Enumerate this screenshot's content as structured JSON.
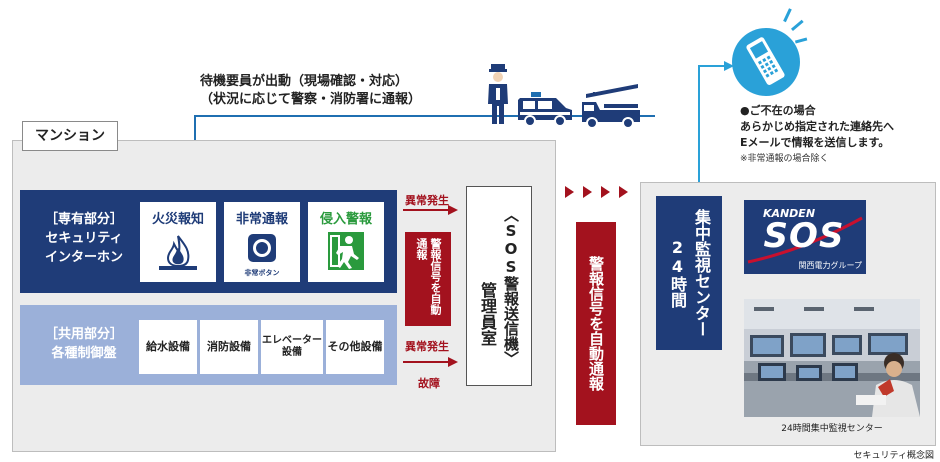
{
  "mansion": {
    "label": "マンション"
  },
  "private_zone": {
    "line1": "［専有部分］",
    "line2": "セキュリティ",
    "line3": "インターホン",
    "tiles": [
      {
        "label": "火災報知",
        "icon": "fire-icon",
        "color": "#1f3c78"
      },
      {
        "label": "非常通報",
        "sub": "非常ボタン",
        "icon": "emergency-button-icon",
        "color": "#1f3c78"
      },
      {
        "label": "侵入警報",
        "icon": "intruder-icon",
        "color": "#2a9a3d"
      }
    ]
  },
  "shared_zone": {
    "line1": "［共用部分］",
    "line2": "各種制御盤",
    "tiles": [
      {
        "label": "給水設備"
      },
      {
        "label": "消防設備"
      },
      {
        "label_l1": "エレベーター",
        "label_l2": "設備"
      },
      {
        "label": "その他設備"
      }
    ]
  },
  "signals": {
    "abnormal_top": "異常発生",
    "abnormal_bottom": "異常発生",
    "failure": "故障",
    "auto_notify_small": "警報信号を自動通報",
    "auto_notify_tall": "警報信号を自動通報"
  },
  "management_room": {
    "line1": "管理員室",
    "line2": "〈SOS警報送信機〉"
  },
  "dispatch": {
    "line1": "待機要員が出動（現場確認・対応）",
    "line2": "（状況に応じて警察・消防署に通報）"
  },
  "absence": {
    "title": "●ご不在の場合",
    "line1": "あらかじめ指定された連絡先へ",
    "line2": "Eメールで情報を送信します。",
    "note": "※非常通報の場合除く"
  },
  "center": {
    "line1": "24時間",
    "line2": "集中監視センター",
    "logo_top": "KANDEN",
    "logo_main": "SOS",
    "logo_sub": "関西電力グループ",
    "photo_caption": "24時間集中監視センター"
  },
  "caption": "セキュリティ概念図",
  "colors": {
    "navy": "#1f3c78",
    "red": "#a3121e",
    "light_blue": "#9bb0d9",
    "sky": "#2aa1d8",
    "green": "#2a9a3d"
  }
}
